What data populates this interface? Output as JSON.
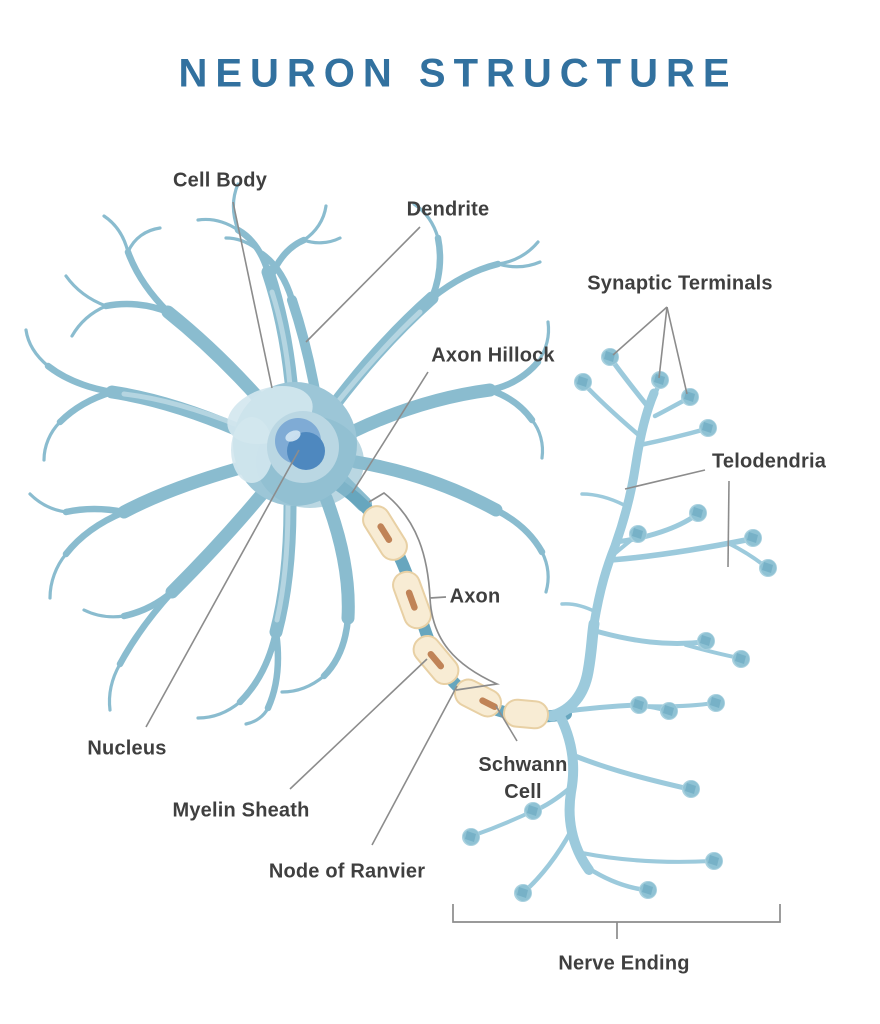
{
  "title": "NEURON STRUCTURE",
  "labels": {
    "cell_body": "Cell Body",
    "dendrite": "Dendrite",
    "axon_hillock": "Axon Hillock",
    "synaptic_terminals": "Synaptic Terminals",
    "telodendria": "Telodendria",
    "axon": "Axon",
    "nucleus": "Nucleus",
    "myelin_sheath": "Myelin Sheath",
    "node_of_ranvier": "Node of Ranvier",
    "schwann_cell": "Schwann Cell",
    "nerve_ending": "Nerve Ending"
  },
  "colors": {
    "title_color": "#32719f",
    "label_text": "#3f3f3f",
    "leader_line": "#8c8c8c",
    "dendrite_fill": "#8abccf",
    "dendrite_highlight": "#bcd9e4",
    "soma_fill": "#9cc6d7",
    "soma_shade": "#8cbccf",
    "soma_light": "#d3e7ee",
    "nucleus_ring": "#bad7e3",
    "nucleus_fill": "#4e88bf",
    "nucleus_highlight": "#7fabd5",
    "nucleus_gleam": "#cfe3f1",
    "axon_core": "#67a6be",
    "myelin_fill": "#f8ecd4",
    "myelin_edge": "#e8d0a4",
    "schwann_slot": "#c08357",
    "arbor_fill": "#9ccadc",
    "bulb_base": "#a9d1df",
    "bulb_mid": "#8fc2d4",
    "bulb_facet": "#74afc5"
  }
}
